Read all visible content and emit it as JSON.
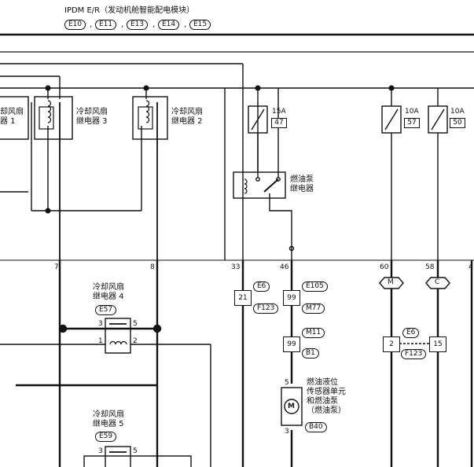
{
  "header": {
    "title": "IPDM E/R（发动机舱智能配电模块）",
    "connectors": [
      "E10",
      "E11",
      "E13",
      "E14",
      "E15"
    ],
    "separators": [
      ",",
      ",",
      ",",
      ","
    ]
  },
  "relays": {
    "fan_relay_1": [
      "却风扇",
      "器 1"
    ],
    "fan_relay_3": [
      "冷却风扇",
      "继电器 3"
    ],
    "fan_relay_2": [
      "冷却风扇",
      "继电器 2"
    ],
    "fuel_pump_relay": [
      "燃油泵",
      "继电器"
    ],
    "fan_relay_4": [
      "冷却风扇",
      "继电器 4"
    ],
    "fan_relay_5": [
      "冷却风扇",
      "继电器 5"
    ]
  },
  "fuses": [
    {
      "rating": "15A",
      "number": "47"
    },
    {
      "rating": "10A",
      "number": "57"
    },
    {
      "rating": "10A",
      "number": "50"
    }
  ],
  "pins": {
    "top_row": [
      "7",
      "8",
      "33",
      "46",
      "60",
      "58",
      "4"
    ],
    "relay4_left": [
      "3",
      "1"
    ],
    "relay4_right": [
      "5",
      "2"
    ],
    "relay5_left": "3",
    "relay5_right": "5",
    "motor_top": "5",
    "motor_bottom": "3"
  },
  "junction_boxes": [
    "21",
    "99",
    "99",
    "2",
    "15"
  ],
  "connector_labels": {
    "e6_a": "E6",
    "f123_a": "F123",
    "e105": "E105",
    "m77": "M77",
    "m11": "M11",
    "b1": "B1",
    "e6_b": "E6",
    "f123_b": "F123",
    "e57": "E57",
    "e59": "E59",
    "b40": "B40"
  },
  "wire_markers": [
    "M",
    "C"
  ],
  "fuel_sender": {
    "label": [
      "燃油液位",
      "传感器单元",
      "和燃油泵",
      "（燃油泵）"
    ],
    "motor_symbol": "M"
  }
}
